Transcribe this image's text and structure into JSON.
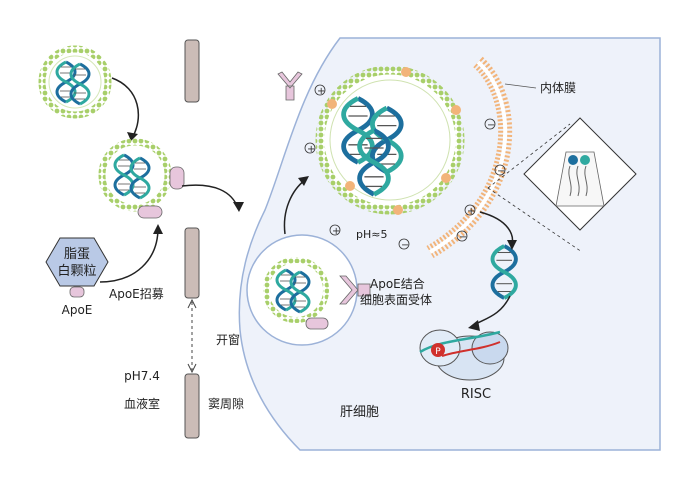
{
  "labels": {
    "endosome_membrane": "内体膜",
    "ph_endosome": "pH≈5",
    "receptor_line1": "ApoE结合",
    "receptor_line2": "细胞表面受体",
    "risc": "RISC",
    "hepatocyte": "肝细胞",
    "fenestration": "开窗",
    "sinusoid": "窦周隙",
    "ph_blood": "pH7.4",
    "blood_compartment": "血液室",
    "apoe_recruit": "ApoE招募",
    "lipoprotein_line1": "脂蛋",
    "lipoprotein_line2": "白颗粒",
    "apoe": "ApoE"
  },
  "marks": {
    "phosphate": "P"
  },
  "colors": {
    "cell_fill": "#eef2fa",
    "cell_border": "#9cb2d8",
    "lipid_head": "#a8cf6a",
    "lipid_head_endosome": "#f2b47a",
    "dna_blue": "#1d6f9e",
    "dna_teal": "#2fa9a0",
    "receptor": "#e7c6dc",
    "wall": "#cbbcb7",
    "lipoprotein": "#b9c9e6"
  }
}
